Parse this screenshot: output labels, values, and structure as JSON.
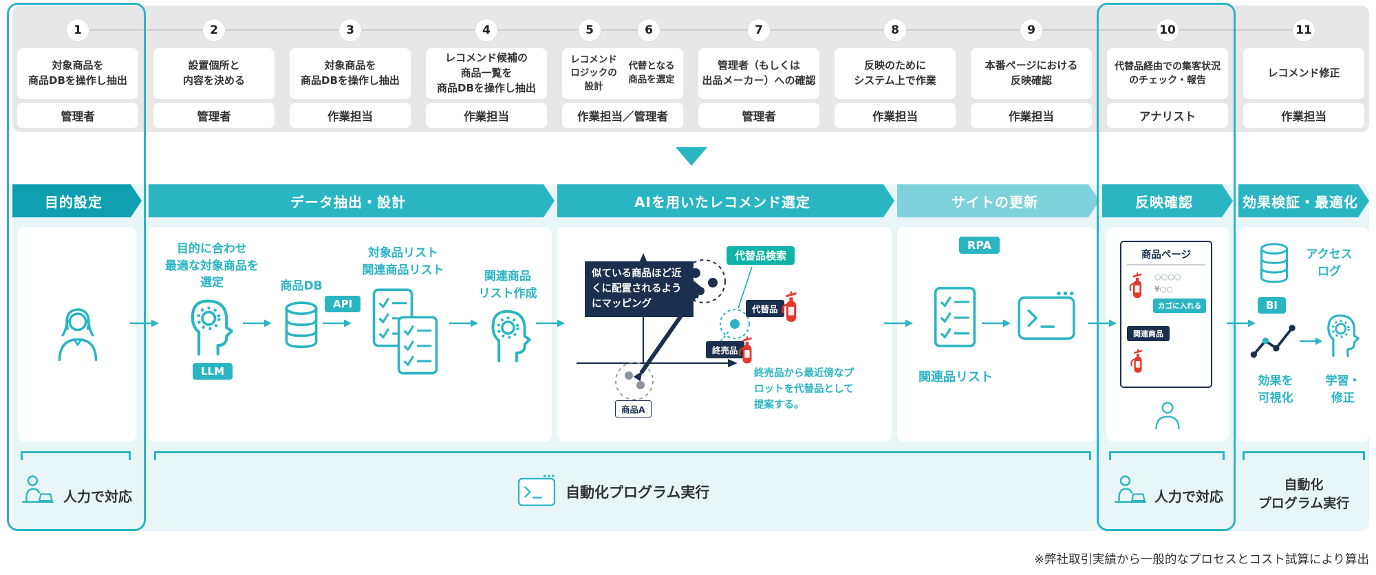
{
  "colors": {
    "teal": "#2ab5c3",
    "teal_dark": "#0f9fb1",
    "teal_pale": "#7fd2db",
    "teal_green": "#0fb3a9",
    "navy": "#1b2f4e",
    "red": "#e23b2e",
    "band_gray": "#e7e7e8",
    "band_cyan": "#e9f6f8"
  },
  "steps": [
    {
      "num": "1",
      "task": "対象商品を\n商品DBを操作し抽出",
      "role": "管理者"
    },
    {
      "num": "2",
      "task": "設置個所と\n内容を決める",
      "role": "管理者"
    },
    {
      "num": "3",
      "task": "対象商品を\n商品DBを操作し抽出",
      "role": "作業担当"
    },
    {
      "num": "4",
      "task": "レコメンド候補の\n商品一覧を\n商品DBを操作し抽出",
      "role": "作業担当"
    },
    {
      "num": "5",
      "task": "レコメンド\nロジックの\n設計",
      "role": "作業担当／管理者"
    },
    {
      "num": "6",
      "task": "代替となる\n商品を選定",
      "role": "作業担当／管理者"
    },
    {
      "num": "7",
      "task": "管理者（もしくは\n出品メーカー）への確認",
      "role": "管理者"
    },
    {
      "num": "8",
      "task": "反映のために\nシステム上で作業",
      "role": "作業担当"
    },
    {
      "num": "9",
      "task": "本番ページにおける\n反映確認",
      "role": "作業担当"
    },
    {
      "num": "10",
      "task": "代替品経由での集客状況\nのチェック・報告",
      "role": "アナリスト"
    },
    {
      "num": "11",
      "task": "レコメンド修正",
      "role": "作業担当"
    }
  ],
  "phases": [
    {
      "label": "目的設定"
    },
    {
      "label": "データ抽出・設計"
    },
    {
      "label": "AIを用いたレコメンド選定"
    },
    {
      "label": "サイトの更新"
    },
    {
      "label": "反映確認"
    },
    {
      "label": "効果検証・最適化"
    }
  ],
  "data_design": {
    "select_text": "目的に合わせ\n最適な対象商品を\n選定",
    "llm_badge": "LLM",
    "db_label": "商品DB",
    "api_badge": "API",
    "lists_label": "対象品リスト\n関連商品リスト",
    "create_label": "関連商品\nリスト作成"
  },
  "ai_select": {
    "callout": "似ている商品ほど近\nくに配置されるよう\nにマッピング",
    "search_badge": "代替品検索",
    "substitute_label": "代替品",
    "discontinued_label": "終売品",
    "product_a_label": "商品A",
    "note": "終売品から最近傍なプ\nロットを代替品として\n提案する。"
  },
  "site_update": {
    "rpa_badge": "RPA",
    "list_label": "関連品リスト"
  },
  "confirm": {
    "page_title": "商品ページ",
    "price_line1": "○○○○",
    "price_line2": "¥○○",
    "cart_button": "カゴに入れる",
    "related_label": "関連商品"
  },
  "optimize": {
    "access_log": "アクセス\nログ",
    "bi_badge": "BI",
    "visualize": "効果を\n可視化",
    "learn": "学習・\n修正"
  },
  "bottom": {
    "manual_left": "人力で対応",
    "auto_center": "自動化プログラム実行",
    "manual_right": "人力で対応",
    "auto_right": "自動化\nプログラム実行"
  },
  "footnote": "※弊社取引実績から一般的なプロセスとコスト試算により算出",
  "icons": {
    "manager": "person-woman",
    "llm_head": "head-with-gears",
    "database": "database-cylinder",
    "checklist": "checklist",
    "terminal": "terminal-window",
    "extinguisher": "fire-extinguisher",
    "person": "person",
    "human_worker": "person-at-desk",
    "chart": "line-chart",
    "arrow": "arrow-right",
    "separator": "triangle-down"
  }
}
